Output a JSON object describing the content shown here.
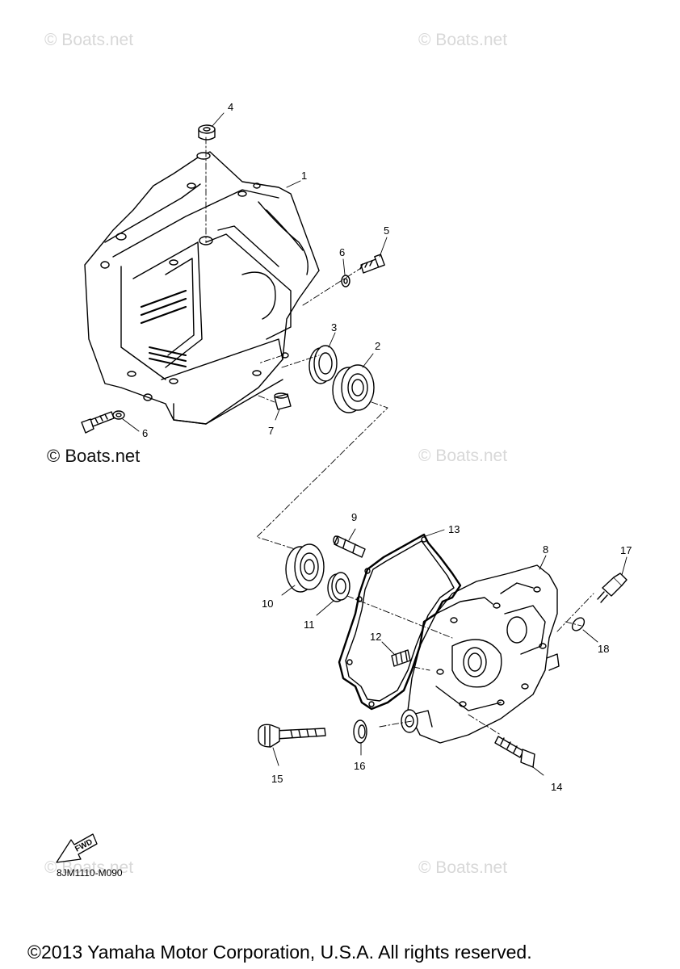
{
  "watermarks": [
    "© Boats.net",
    "© Boats.net",
    "© Boats.net",
    "© Boats.net",
    "© Boats.net",
    "© Boats.net"
  ],
  "parts": {
    "p1": "1",
    "p2": "2",
    "p3": "3",
    "p4": "4",
    "p5": "5",
    "p6a": "6",
    "p6b": "6",
    "p7": "7",
    "p8": "8",
    "p9": "9",
    "p10": "10",
    "p11": "11",
    "p12": "12",
    "p13": "13",
    "p14": "14",
    "p15": "15",
    "p16": "16",
    "p17": "17",
    "p18": "18"
  },
  "fwd_label": "FWD",
  "diagram_code": "8JM1110-M090",
  "copyright": "©2013 Yamaha Motor Corporation, U.S.A. All rights reserved."
}
